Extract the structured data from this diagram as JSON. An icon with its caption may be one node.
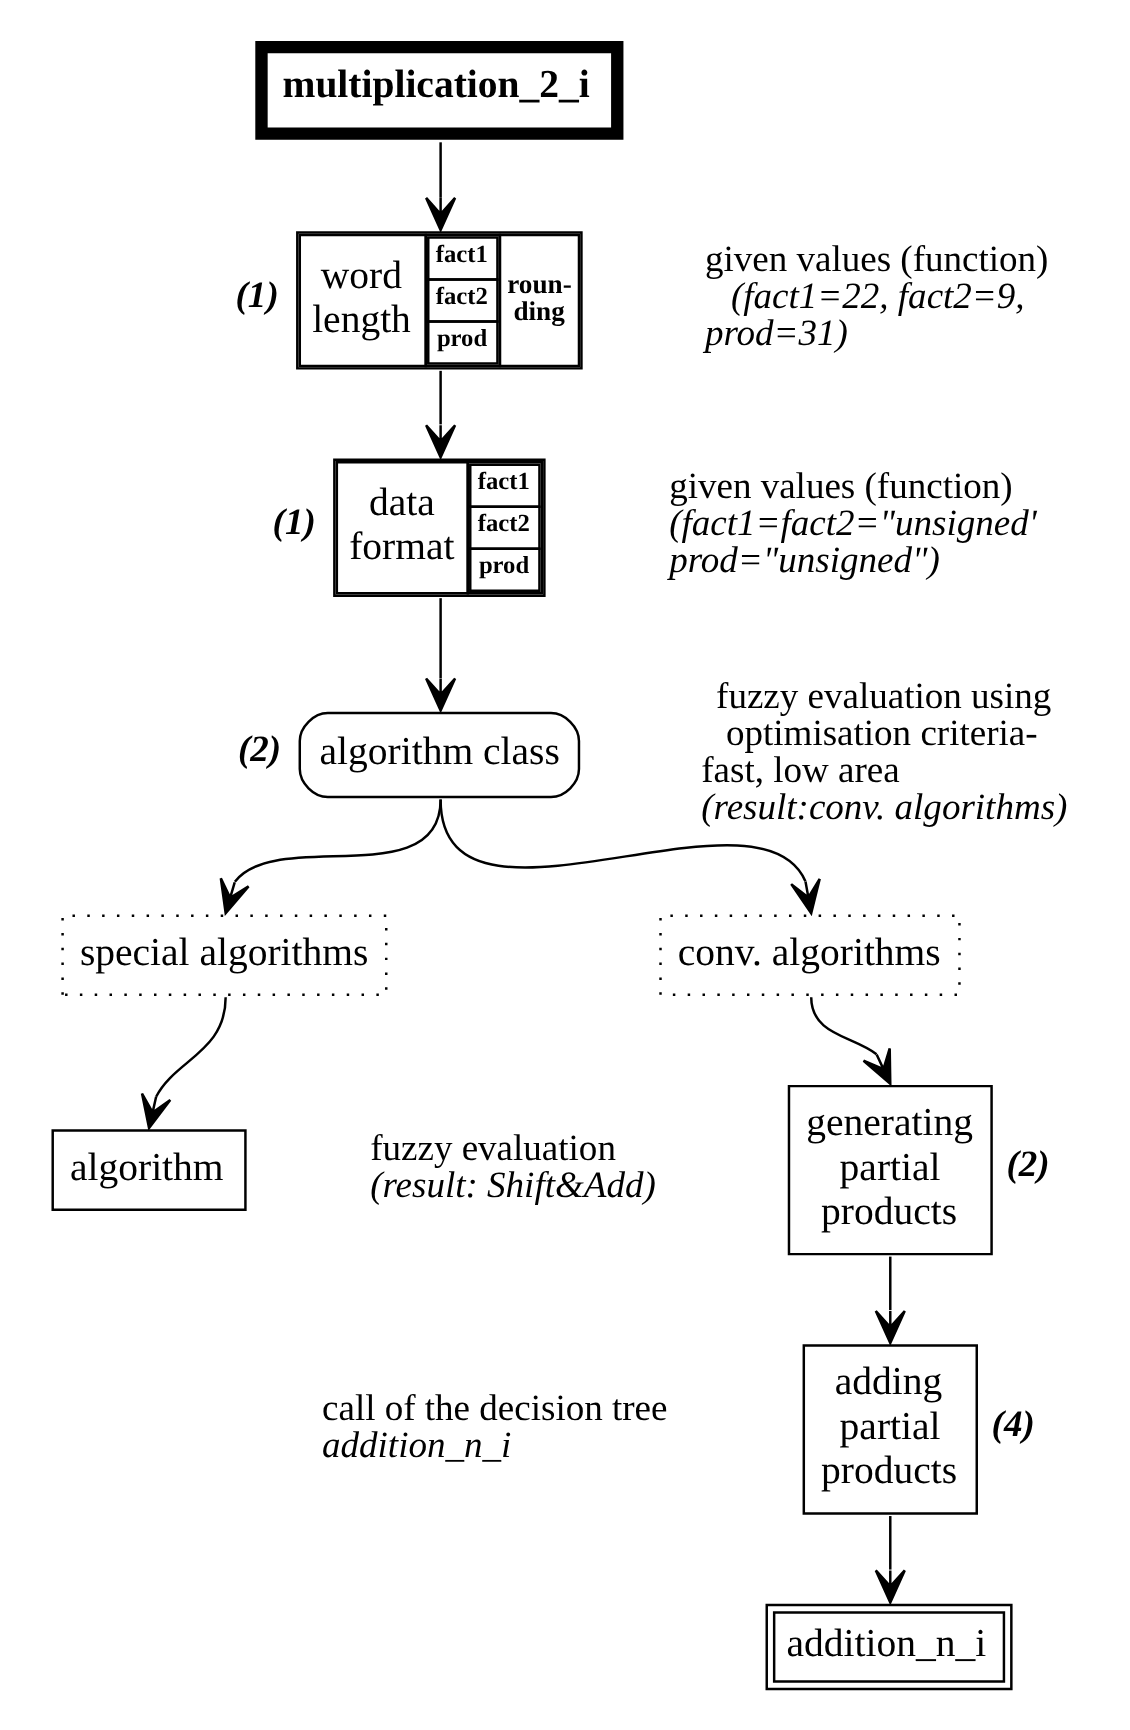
{
  "diagram": {
    "nodes": [
      {
        "text": [
          "multiplication_2_i"
        ]
      },
      {
        "text": [
          "word length",
          "fact1",
          "fact2",
          "prod",
          "roun- ding"
        ],
        "beside": [
          "(1)"
        ]
      },
      {
        "text": [
          "data format",
          "fact1",
          "fact2",
          "prod"
        ],
        "beside": [
          "(1)"
        ]
      },
      {
        "text": [
          "algorithm class"
        ],
        "beside": [
          "(2)"
        ]
      },
      {
        "text": [
          "special algorithms"
        ]
      },
      {
        "text": [
          "conv. algorithms"
        ]
      },
      {
        "text": [
          "algorithm"
        ]
      },
      {
        "text": [
          "generating partial products"
        ],
        "beside": [
          "(2)"
        ]
      },
      {
        "text": [
          "adding partial products"
        ],
        "beside": [
          "(4)"
        ]
      },
      {
        "text": [
          "addition_n_i"
        ]
      }
    ],
    "edges": [
      {
        "from": 0,
        "to": 1,
        "arrow": "to"
      },
      {
        "from": 1,
        "to": 2,
        "arrow": "to"
      },
      {
        "from": 2,
        "to": 3,
        "arrow": "to"
      },
      {
        "from": 3,
        "to": 4,
        "arrow": "to"
      },
      {
        "from": 3,
        "to": 5,
        "arrow": "to"
      },
      {
        "from": 4,
        "to": 6,
        "arrow": "to"
      },
      {
        "from": 5,
        "to": 7,
        "arrow": "to"
      },
      {
        "from": 7,
        "to": 8,
        "arrow": "to"
      },
      {
        "from": 8,
        "to": 9,
        "arrow": "to"
      }
    ],
    "labels": [
      "given values (function)",
      "(fact1=22, fact2=9, prod=31)",
      "given values (function)",
      "(fact1=fact2=\"unsigned' prod=\"unsigned\")",
      "fuzzy evaluation using optimisation criteria- fast, low area",
      "(result:conv. algorithms)",
      "fuzzy evaluation",
      "(result: Shift&Add)",
      "call of the decision tree",
      "addition_n_i"
    ]
  }
}
